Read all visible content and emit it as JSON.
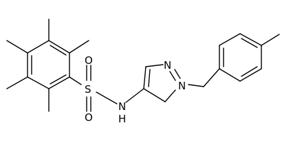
{
  "molecule": {
    "atoms": {
      "sulfur": "S",
      "oxygen_top": "O",
      "oxygen_bottom": "O",
      "amine_nitrogen": "N",
      "amine_hydrogen": "H",
      "pyrazole_n2": "N",
      "pyrazole_n1": "N"
    }
  }
}
